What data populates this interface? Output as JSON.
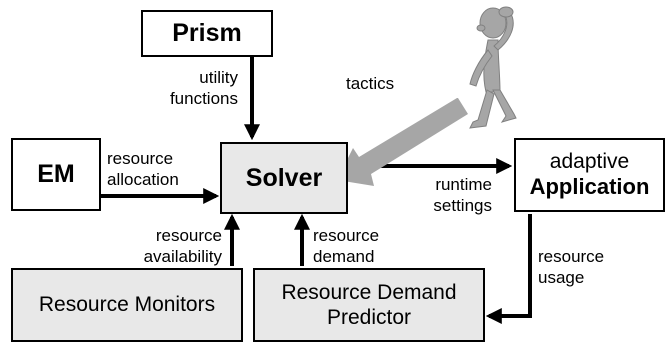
{
  "nodes": {
    "prism": "Prism",
    "em": "EM",
    "solver": "Solver",
    "application_line1": "adaptive",
    "application_line2": "Application",
    "resource_monitors": "Resource Monitors",
    "resource_demand_line1": "Resource Demand",
    "resource_demand_line2": "Predictor"
  },
  "edges": {
    "prism_solver": [
      "utility",
      "functions"
    ],
    "em_solver": [
      "resource",
      "allocation"
    ],
    "monitors_solver": [
      "resource",
      "availability"
    ],
    "predictor_solver": [
      "resource",
      "demand"
    ],
    "solver_app": [
      "runtime",
      "settings"
    ],
    "app_predictor": [
      "resource",
      "usage"
    ],
    "tactics": "tactics"
  },
  "colors": {
    "grey_fill": "#e8e8e8",
    "tactics_arrow": "#a6a6a6",
    "figure": "#a6a6a6"
  },
  "icons": [
    "thinking-person-icon",
    "tactics-arrow-icon"
  ]
}
